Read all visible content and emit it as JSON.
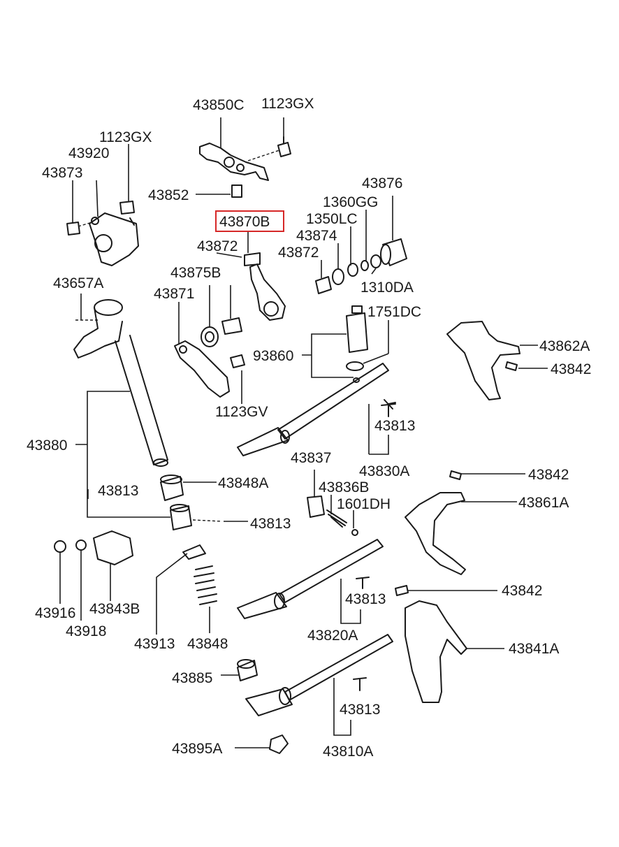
{
  "highlight": {
    "part": "43870B",
    "color": "#d62828"
  },
  "labels": {
    "p43850C": "43850C",
    "p1123GX_top": "1123GX",
    "p1123GX_left": "1123GX",
    "p43920": "43920",
    "p43873": "43873",
    "p43852": "43852",
    "p43870B": "43870B",
    "p43872_a": "43872",
    "p43872_b": "43872",
    "p43876": "43876",
    "p1360GG": "1360GG",
    "p1350LC": "1350LC",
    "p43874": "43874",
    "p1310DA": "1310DA",
    "p43657A": "43657A",
    "p43875B": "43875B",
    "p43871": "43871",
    "p1751DC": "1751DC",
    "p43862A": "43862A",
    "p93860": "93860",
    "p43842_a": "43842",
    "p1123GV": "1123GV",
    "p43813_a": "43813",
    "p43880": "43880",
    "p43830A": "43830A",
    "p43837": "43837",
    "p43842_b": "43842",
    "p43848A": "43848A",
    "p43836B": "43836B",
    "p43861A": "43861A",
    "p43813_b": "43813",
    "p1601DH": "1601DH",
    "p43813_c": "43813",
    "p43842_c": "43842",
    "p43916": "43916",
    "p43843B": "43843B",
    "p43813_d": "43813",
    "p43918": "43918",
    "p43913": "43913",
    "p43848": "43848",
    "p43820A": "43820A",
    "p43841A": "43841A",
    "p43885": "43885",
    "p43813_e": "43813",
    "p43895A": "43895A",
    "p43810A": "43810A"
  }
}
